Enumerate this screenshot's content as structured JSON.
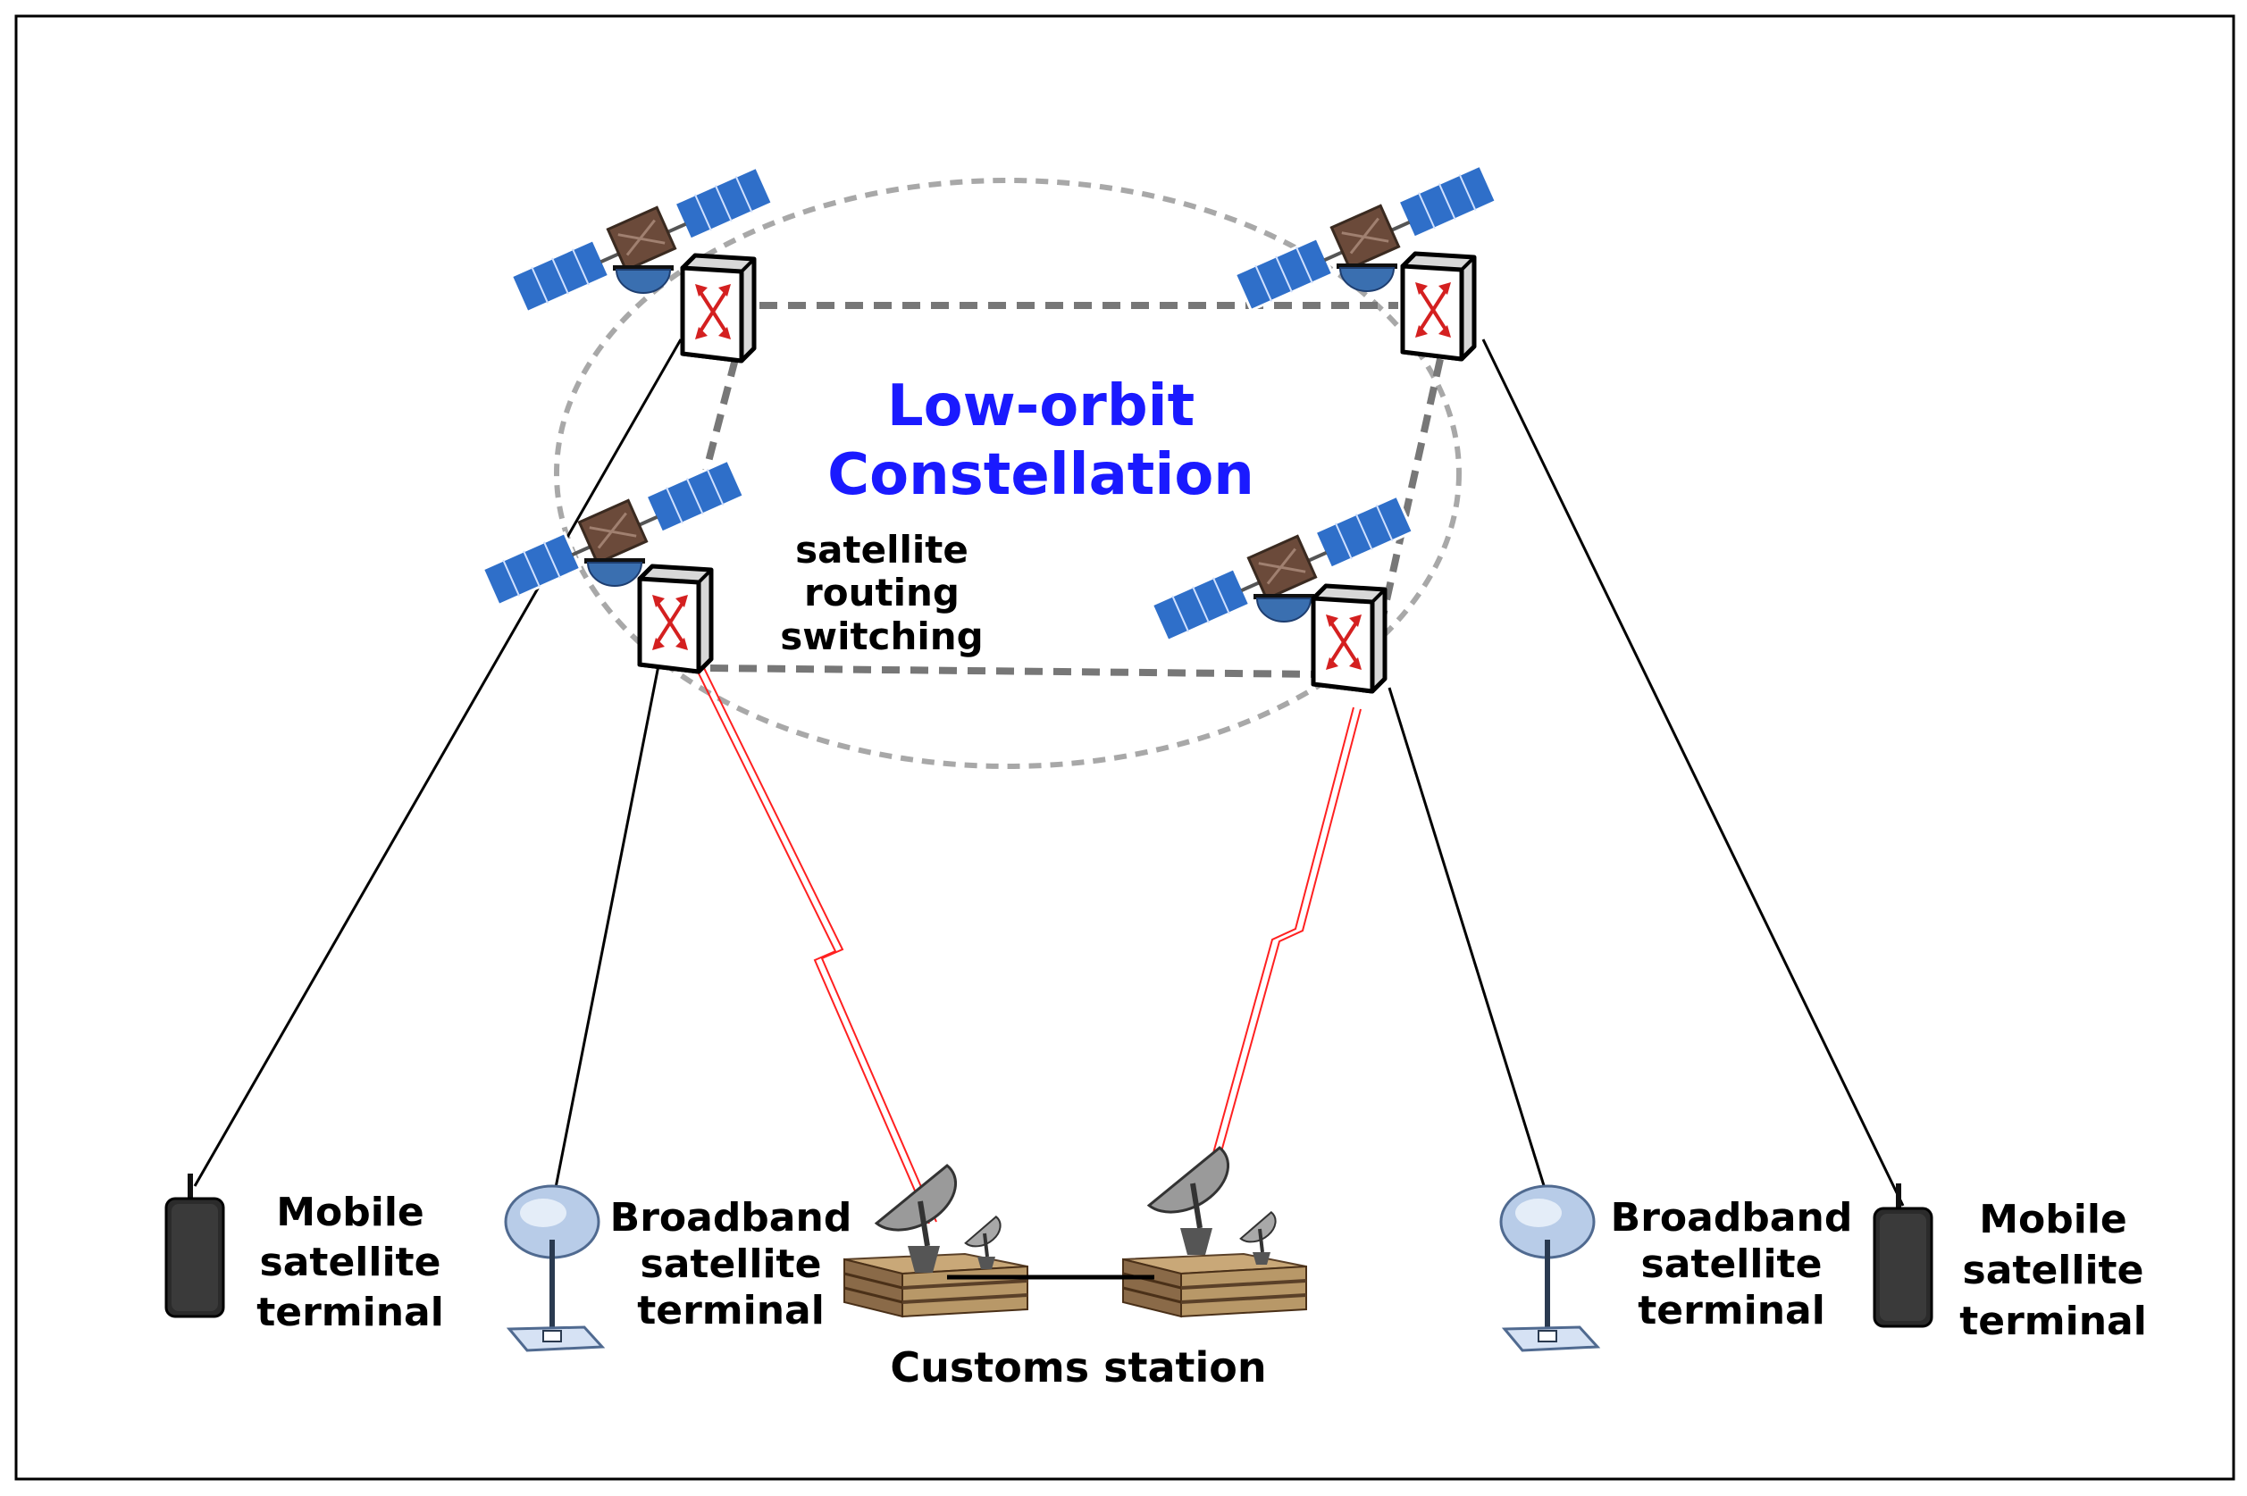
{
  "title": {
    "line1": "Low-orbit",
    "line2": "Constellation"
  },
  "routing": {
    "line1": "satellite",
    "line2": "routing",
    "line3": "switching"
  },
  "terminals": {
    "mobile_left": [
      "Mobile",
      "satellite",
      "terminal"
    ],
    "broadband_left": [
      "Broadband",
      "satellite",
      "terminal"
    ],
    "broadband_right": [
      "Broadband",
      "satellite",
      "terminal"
    ],
    "mobile_right": [
      "Mobile",
      "satellite",
      "terminal"
    ]
  },
  "station": {
    "label": "Customs station"
  },
  "colors": {
    "title": "#1a1aff",
    "feeder_link": "#ff2020",
    "user_link": "#000000",
    "inter_satellite_link": "#777777",
    "orbit": "#a8a8a8",
    "solar_panel": "#2f6fc9",
    "router_arrow": "#d42020"
  },
  "icons": [
    "satellite-icon",
    "router-switch-icon",
    "mobile-terminal-icon",
    "dish-terminal-icon",
    "ground-station-icon"
  ]
}
